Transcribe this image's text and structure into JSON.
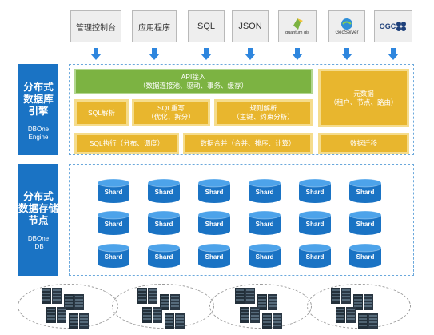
{
  "clients": [
    {
      "id": "mgmt",
      "label": "管理控制台"
    },
    {
      "id": "app",
      "label": "应用程序"
    },
    {
      "id": "sql",
      "label": "SQL"
    },
    {
      "id": "json",
      "label": "JSON"
    },
    {
      "id": "qgis",
      "label": "quantum gis"
    },
    {
      "id": "geoserver",
      "label": "GeoServer"
    },
    {
      "id": "ogc",
      "label": "OGC"
    }
  ],
  "engine_layer": {
    "title_lines": [
      "分布式",
      "数据库",
      "引擎"
    ],
    "subtitle_lines": [
      "DBOne",
      "Engine"
    ],
    "api": {
      "line1": "API接入",
      "line2": "（数据连接池、驱动、事务、缓存）"
    },
    "metadata": {
      "line1": "元数据",
      "line2": "（租户、节点、路由）"
    },
    "sql_parse": "SQL解析",
    "sql_rewrite": {
      "line1": "SQL重写",
      "line2": "（优化、拆分）"
    },
    "rule_parse": {
      "line1": "规则解析",
      "line2": "（主键、约束分析）"
    },
    "sql_exec": "SQL执行（分布、调度）",
    "data_merge": "数据合并（合并、排序、计算）",
    "data_migrate": "数据迁移"
  },
  "storage_layer": {
    "title_lines": [
      "分布式",
      "数据存储",
      "节点"
    ],
    "subtitle_lines": [
      "DBOne",
      "IDB"
    ],
    "shard_label": "Shard"
  },
  "colors": {
    "side": "#1a73c4",
    "gold": "#e8b62e",
    "green": "#7cb342",
    "shard": "#1a73c4",
    "arrow": "#2e86de"
  }
}
